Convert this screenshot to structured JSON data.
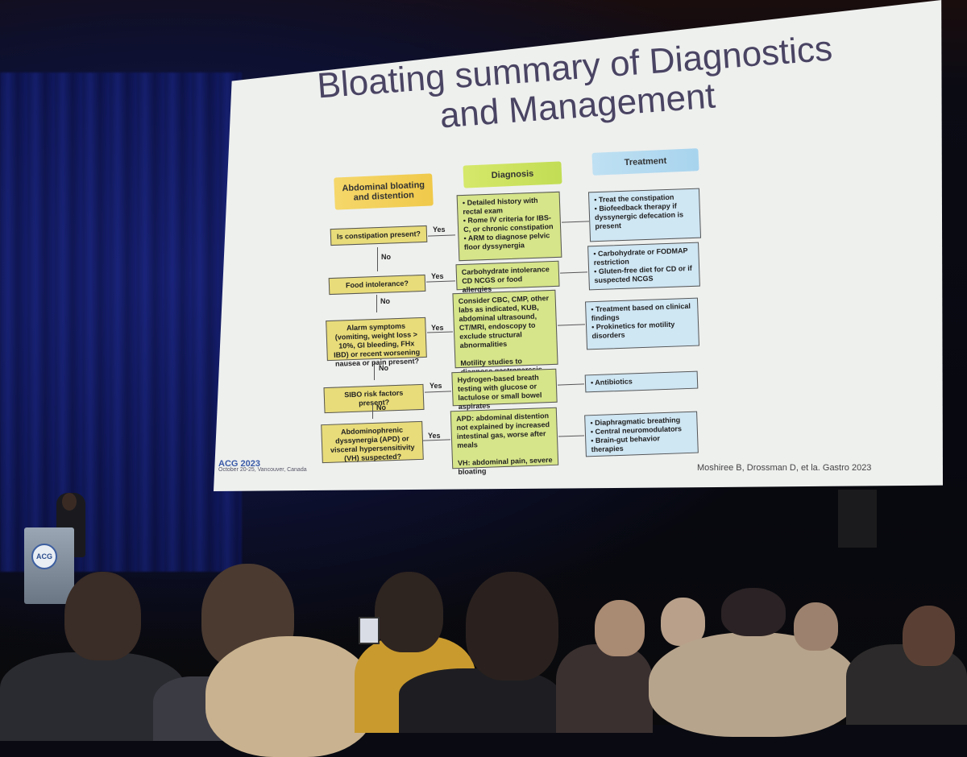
{
  "slide": {
    "title_line1": "Bloating summary of Diagnostics",
    "title_line2": "and Management",
    "headers": {
      "start": "Abdominal bloating and distention",
      "diagnosis": "Diagnosis",
      "treatment": "Treatment"
    },
    "rows": [
      {
        "question": "Is constipation present?",
        "yes": "Yes",
        "no": "No",
        "diagnosis": "• Detailed history with rectal exam\n• Rome IV criteria for IBS-C, or chronic constipation\n• ARM to diagnose pelvic floor dyssynergia",
        "treatment": "• Treat the constipation\n• Biofeedback therapy if dyssynergic defecation is present"
      },
      {
        "question": "Food intolerance?",
        "yes": "Yes",
        "no": "No",
        "diagnosis": "Carbohydrate intolerance CD NCGS or food allergies",
        "treatment": "• Carbohydrate or FODMAP restriction\n• Gluten-free diet for CD or if suspected NCGS"
      },
      {
        "question": "Alarm symptoms (vomiting, weight loss > 10%, GI bleeding, FHx IBD) or recent worsening nausea or pain present?",
        "yes": "Yes",
        "no": "No",
        "diagnosis": "Consider CBC, CMP, other labs as indicated, KUB, abdominal ultrasound, CT/MRI, endoscopy to exclude structural abnormalities\n\nMotility studies to diagnose gastroparesis, CIP, or other motility disorders",
        "treatment": "• Treatment based on clinical findings\n• Prokinetics for motility disorders"
      },
      {
        "question": "SIBO risk factors present?",
        "yes": "Yes",
        "no": "No",
        "diagnosis": "Hydrogen-based breath testing with glucose or lactulose or small bowel aspirates",
        "treatment": "• Antibiotics"
      },
      {
        "question": "Abdominophrenic dyssynergia (APD) or visceral hypersensitivity (VH) suspected?",
        "yes": "Yes",
        "diagnosis": "APD: abdominal distention not explained by increased intestinal gas, worse after meals\n\nVH: abdominal pain, severe bloating",
        "treatment": "• Diaphragmatic breathing\n• Central neuromodulators\n• Brain-gut behavior therapies"
      }
    ],
    "footer_logo": "ACG 2023",
    "footer_event": "October 20-25, Vancouver, Canada",
    "citation": "Moshiree B, Drossman D, et la. Gastro 2023"
  },
  "podium_logo": "ACG",
  "colors": {
    "question_fill": "#e8dc7a",
    "diagnosis_fill": "#d7e58a",
    "treatment_fill": "#cfe6f3",
    "title_color": "#4a4463",
    "curtain_blue": "#1b2a9a"
  }
}
